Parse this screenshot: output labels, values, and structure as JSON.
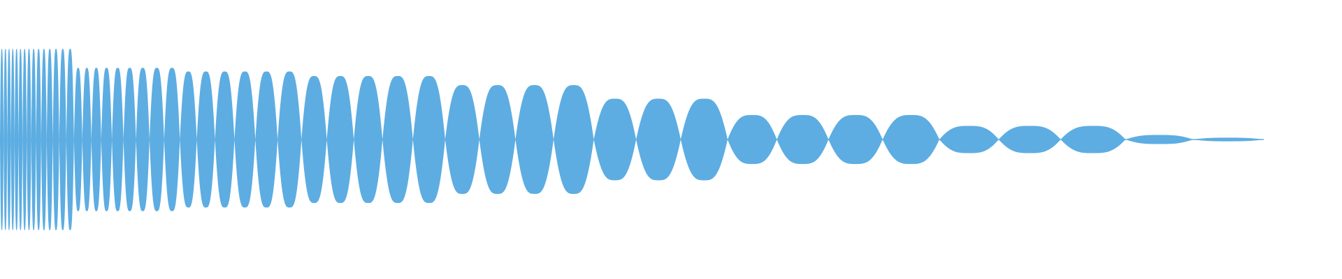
{
  "waveform": {
    "color": "#5DADE2",
    "background": "#FFFFFF",
    "segments": [
      {
        "cycles": 15,
        "amplitude": 1.0
      },
      {
        "cycles": 9,
        "amplitude": 0.79
      },
      {
        "cycles": 6,
        "amplitude": 0.75
      },
      {
        "cycles": 5,
        "amplitude": 0.7
      },
      {
        "cycles": 4,
        "amplitude": 0.6
      },
      {
        "cycles": 3,
        "amplitude": 0.45
      },
      {
        "cycles": 4,
        "amplitude": 0.27
      },
      {
        "cycles": 3,
        "amplitude": 0.15
      },
      {
        "cycles": 1,
        "amplitude": 0.05
      },
      {
        "cycles": 1,
        "amplitude": 0.02
      }
    ]
  }
}
